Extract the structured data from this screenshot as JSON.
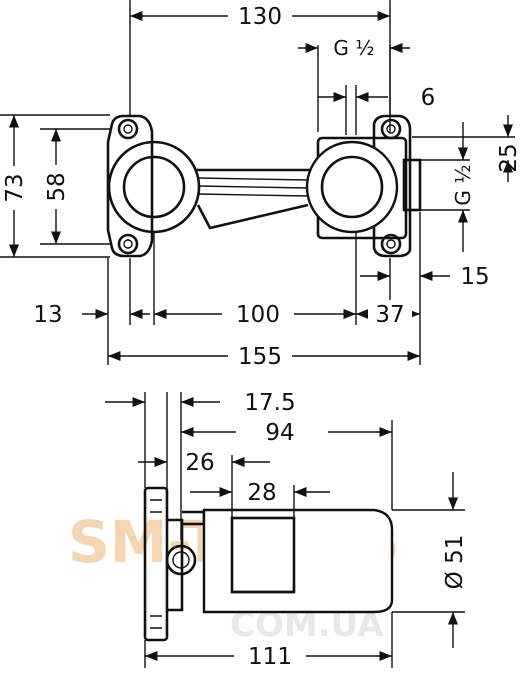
{
  "dimensions": {
    "top_width": "130",
    "thread_top": "G ½",
    "offset_6": "6",
    "height_73": "73",
    "height_58": "58",
    "thread_side": "G ½",
    "offset_25": "25",
    "left_13": "13",
    "center_100": "100",
    "right_37": "37",
    "right_15": "15",
    "overall_155": "155",
    "side_17_5": "17.5",
    "side_94": "94",
    "side_26": "26",
    "side_28": "28",
    "diameter_51": "Ø 51",
    "side_111": "111"
  },
  "watermark": {
    "line1": "SM-TOOLS",
    "line2": "COM.UA"
  }
}
